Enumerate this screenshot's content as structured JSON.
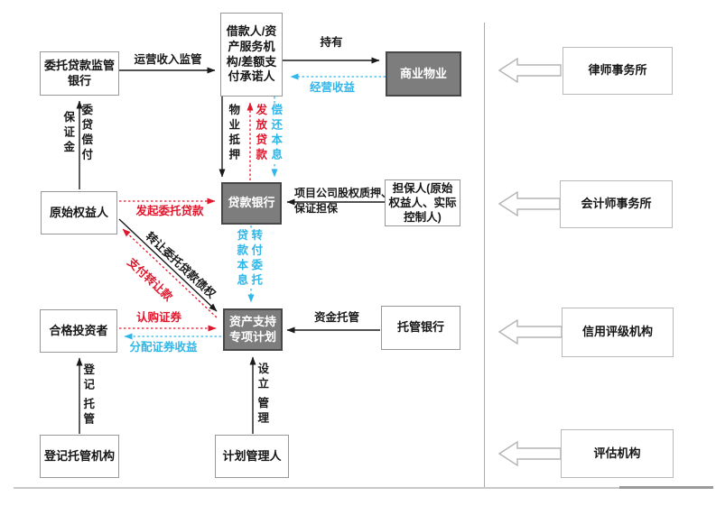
{
  "diagram": {
    "nodes": {
      "entrusted_bank": "委托贷款监管\n银行",
      "borrower": "借款人/资\n产服务机\n构/差额支\n付承诺人",
      "property": "商业物业",
      "original_holder": "原始权益人",
      "loan_bank": "贷款银行",
      "guarantor": "担保人(原始\n权益人、实际\n控制人)",
      "investor": "合格投资者",
      "abs_plan": "资产支持\n专项计划",
      "custodian_bank": "托管银行",
      "registrar": "登记托管机构",
      "plan_manager": "计划管理人",
      "law_firm": "律师事务所",
      "accounting_firm": "会计师事务所",
      "rating_agency": "信用评级机构",
      "appraisal_agency": "评估机构"
    },
    "edges": {
      "operating_income_supervision": "运营收入监管",
      "hold": "持有",
      "operating_revenue": "经营收益",
      "margin_deposit": "保证金",
      "entrusted_loan_repayment": "委贷偿付",
      "property_mortgage": "物业抵押",
      "grant_loan": "发放贷款",
      "repay_principal_interest": "偿还本息",
      "equity_pledge_guarantee": "项目公司股权质押、\n保证担保",
      "initiate_entrusted_loan": "发起委托贷款",
      "loan_principal_interest": "贷款本息",
      "transfer_payment_entrust": "转付委托",
      "transfer_entrusted_loan_claims": "转让委托贷款债权",
      "pay_transfer_consideration": "支付转让款",
      "subscribe_securities": "认购证券",
      "distribute_securities_income": "分配证券收益",
      "fund_custody": "资金托管",
      "register": "登记",
      "custody": "托管",
      "establish": "设立",
      "manage": "管理"
    },
    "colors": {
      "black_arrow": "#1a1a1a",
      "red_arrow": "#e0182e",
      "cyan_arrow": "#2fb7e9",
      "dark_box_fill": "#7d7d7d",
      "dark_box_text": "#ffffff"
    }
  }
}
